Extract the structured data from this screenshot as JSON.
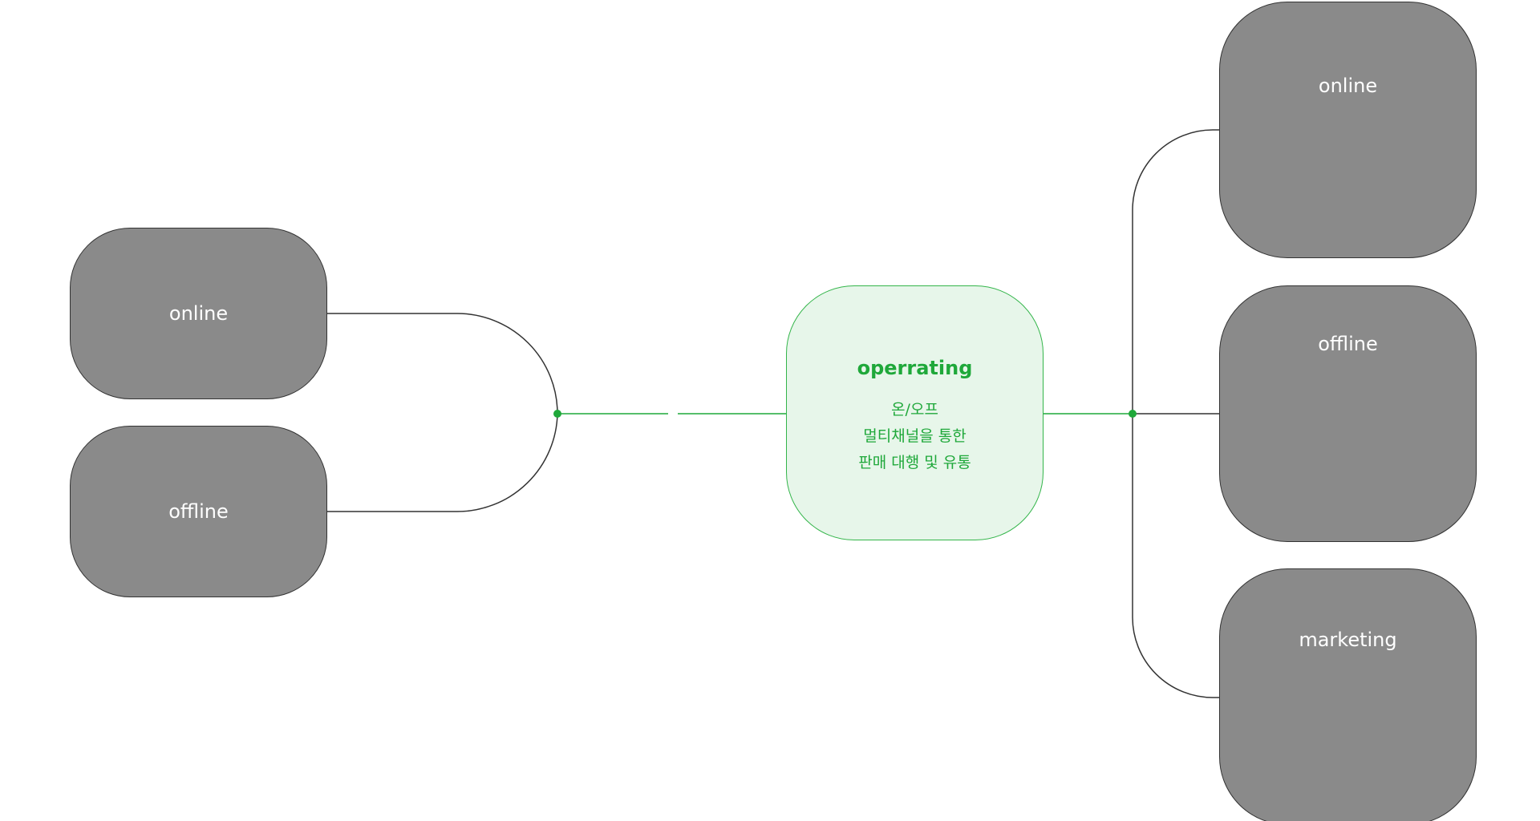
{
  "colors": {
    "node_fill": "#8a8a8a",
    "node_border": "#333333",
    "accent": "#1fa83a",
    "accent_fill": "#e7f6ea",
    "line": "#333333"
  },
  "left_nodes": [
    {
      "label": "online"
    },
    {
      "label": "offline"
    }
  ],
  "center_node": {
    "title": "operrating",
    "lines": [
      "온/오프",
      "멀티채널을 통한",
      "판매 대행 및 유통"
    ]
  },
  "right_nodes": [
    {
      "label": "online"
    },
    {
      "label": "offline"
    },
    {
      "label": "marketing"
    }
  ]
}
